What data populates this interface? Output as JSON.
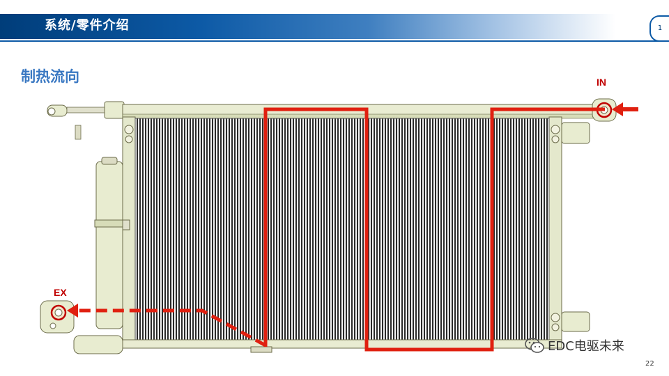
{
  "header": {
    "title": "系统/零件介绍",
    "page_tab": "1"
  },
  "section_title": "制热流向",
  "labels": {
    "inlet": "IN",
    "exhaust": "EX"
  },
  "watermark": {
    "text": "EDC电驱未来",
    "icon": "wechat-icon"
  },
  "page_number": "22",
  "colors": {
    "header_dark": "#003d7a",
    "header_mid": "#0d5aa6",
    "section_title": "#3a78c2",
    "flow_path": "#e02010",
    "label_red": "#c00000"
  }
}
